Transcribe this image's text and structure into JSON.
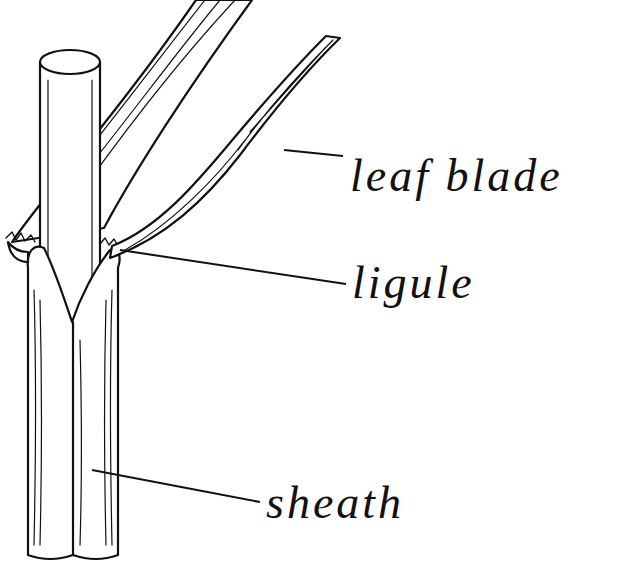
{
  "diagram": {
    "labels": [
      "leaf blade",
      "ligule",
      "sheath"
    ]
  }
}
